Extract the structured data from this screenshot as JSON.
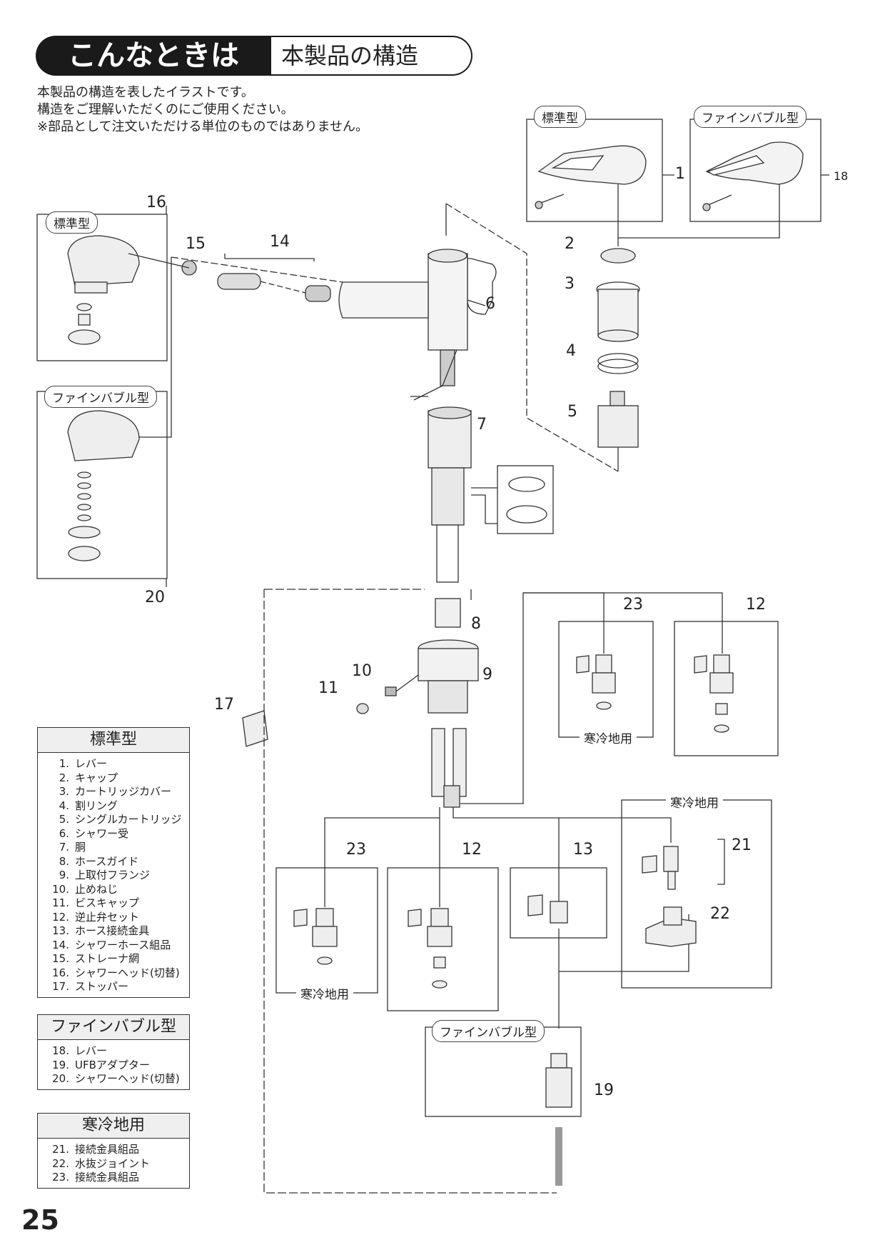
{
  "header": {
    "section": "こんなときは",
    "title": "本製品の構造"
  },
  "intro": [
    "本製品の構造を表したイラストです。",
    "構造をご理解いただくのにご使用ください。",
    "※部品として注文いただける単位のものではありません。"
  ],
  "box_labels": {
    "std_lever": "標準型",
    "fb_lever": "ファインバブル型",
    "std_head": "標準型",
    "fb_head": "ファインバブル型",
    "cold_23_top": "寒冷地用",
    "cold_21": "寒冷地用",
    "cold_23_bottom": "寒冷地用",
    "fb_19": "ファインバブル型"
  },
  "callouts": {
    "n1": "1",
    "n2": "2",
    "n3": "3",
    "n4": "4",
    "n5": "5",
    "n6": "6",
    "n7": "7",
    "n8": "8",
    "n9": "9",
    "n10": "10",
    "n11": "11",
    "n12a": "12",
    "n12b": "12",
    "n13": "13",
    "n14": "14",
    "n15": "15",
    "n16": "16",
    "n17": "17",
    "n18": "18",
    "n19": "19",
    "n20": "20",
    "n21": "21",
    "n22": "22",
    "n23a": "23",
    "n23b": "23"
  },
  "legend_standard": {
    "title": "標準型",
    "items": [
      {
        "num": "1.",
        "label": "レバー"
      },
      {
        "num": "2.",
        "label": "キャップ"
      },
      {
        "num": "3.",
        "label": "カートリッジカバー"
      },
      {
        "num": "4.",
        "label": "割リング"
      },
      {
        "num": "5.",
        "label": "シングルカートリッジ"
      },
      {
        "num": "6.",
        "label": "シャワー受"
      },
      {
        "num": "7.",
        "label": "胴"
      },
      {
        "num": "8.",
        "label": "ホースガイド"
      },
      {
        "num": "9.",
        "label": "上取付フランジ"
      },
      {
        "num": "10.",
        "label": "止めねじ"
      },
      {
        "num": "11.",
        "label": "ビスキャップ"
      },
      {
        "num": "12.",
        "label": "逆止弁セット"
      },
      {
        "num": "13.",
        "label": "ホース接続金具"
      },
      {
        "num": "14.",
        "label": "シャワーホース組品"
      },
      {
        "num": "15.",
        "label": "ストレーナ網"
      },
      {
        "num": "16.",
        "label": "シャワーヘッド(切替)"
      },
      {
        "num": "17.",
        "label": "ストッパー"
      }
    ]
  },
  "legend_finebubble": {
    "title": "ファインバブル型",
    "items": [
      {
        "num": "18.",
        "label": "レバー"
      },
      {
        "num": "19.",
        "label": "UFBアダプター"
      },
      {
        "num": "20.",
        "label": "シャワーヘッド(切替)"
      }
    ]
  },
  "legend_cold": {
    "title": "寒冷地用",
    "items": [
      {
        "num": "21.",
        "label": "接続金具組品"
      },
      {
        "num": "22.",
        "label": "水抜ジョイント"
      },
      {
        "num": "23.",
        "label": "接続金具組品"
      }
    ]
  },
  "page_number": "25"
}
